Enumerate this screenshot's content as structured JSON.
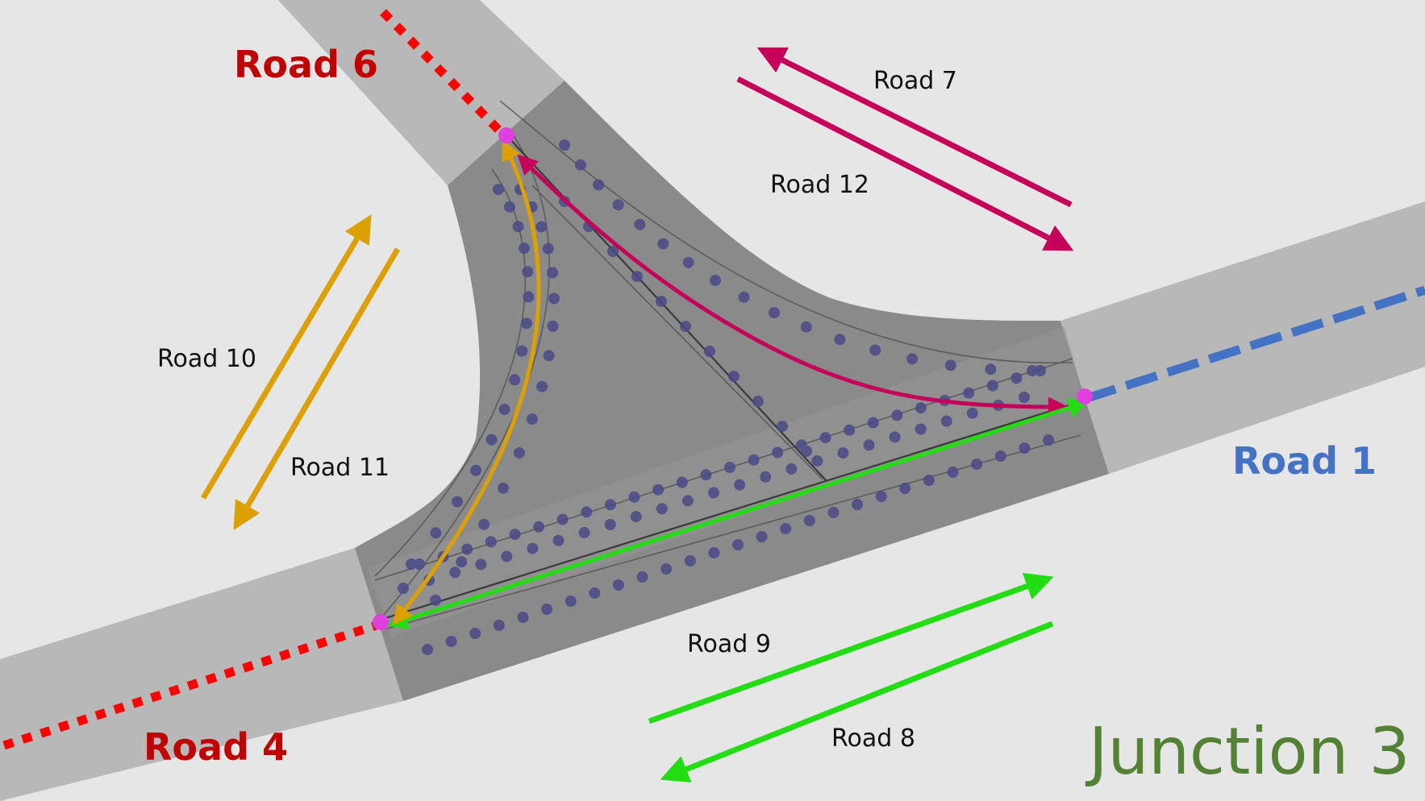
{
  "title": "Junction 3",
  "roads": {
    "road1": "Road 1",
    "road4": "Road 4",
    "road6": "Road 6",
    "road7": "Road 7",
    "road8": "Road 8",
    "road9": "Road 9",
    "road10": "Road 10",
    "road11": "Road 11",
    "road12": "Road 12"
  },
  "colors": {
    "background": "#e6e6e6",
    "road_light": "#b8b8b8",
    "junction_fill": "#8a8a8a",
    "road1_label": "#4472c4",
    "road1_line": "#4472c4",
    "road4_6_label": "#c00000",
    "road4_6_line": "#ff0000",
    "road7_12": "#c6005a",
    "road8_9": "#22dd11",
    "road10_11": "#dca000",
    "junction_label": "#548235",
    "waypoint": "#4a4a88",
    "node": "#e040e0"
  }
}
